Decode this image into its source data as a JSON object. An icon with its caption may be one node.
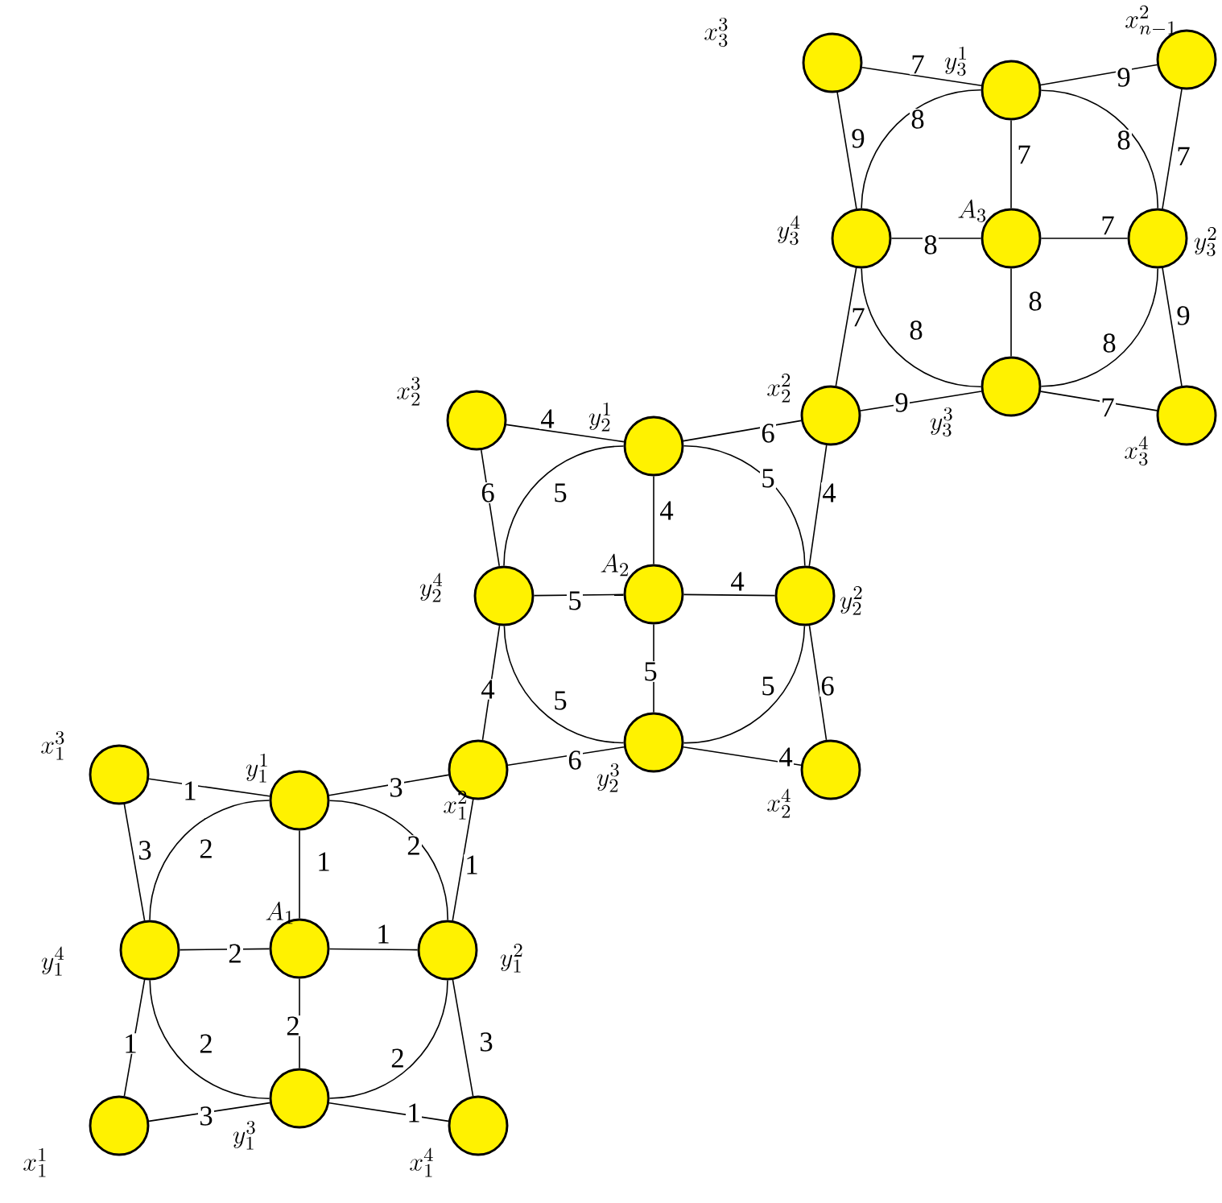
{
  "diagram": {
    "nodes": [
      {
        "text": [],
        "shape": "circle",
        "beside": [
          "x_3^3"
        ]
      },
      {
        "text": [],
        "shape": "circle",
        "beside": [
          "y_3^1"
        ]
      },
      {
        "text": [],
        "shape": "circle",
        "beside": [
          "x_{n-1}^2"
        ]
      },
      {
        "text": [],
        "shape": "circle",
        "beside": [
          "y_3^4"
        ]
      },
      {
        "text": [],
        "shape": "circle",
        "beside": [
          "A_3"
        ]
      },
      {
        "text": [],
        "shape": "circle",
        "beside": [
          "y_3^2"
        ]
      },
      {
        "text": [],
        "shape": "circle",
        "beside": [
          "y_3^3"
        ]
      },
      {
        "text": [],
        "shape": "circle",
        "beside": [
          "x_2^2"
        ]
      },
      {
        "text": [],
        "shape": "circle",
        "beside": [
          "x_3^4"
        ]
      },
      {
        "text": [],
        "shape": "circle",
        "beside": [
          "x_2^3"
        ]
      },
      {
        "text": [],
        "shape": "circle",
        "beside": [
          "y_2^1"
        ]
      },
      {
        "text": [],
        "shape": "circle",
        "beside": [
          "y_2^4"
        ]
      },
      {
        "text": [],
        "shape": "circle",
        "beside": [
          "A_2"
        ]
      },
      {
        "text": [],
        "shape": "circle",
        "beside": [
          "y_2^2"
        ]
      },
      {
        "text": [],
        "shape": "circle",
        "beside": [
          "y_2^3"
        ]
      },
      {
        "text": [],
        "shape": "circle",
        "beside": [
          "x_1^2"
        ]
      },
      {
        "text": [],
        "shape": "circle",
        "beside": [
          "x_2^4"
        ]
      },
      {
        "text": [],
        "shape": "circle",
        "beside": [
          "x_1^3"
        ]
      },
      {
        "text": [],
        "shape": "circle",
        "beside": [
          "y_1^1"
        ]
      },
      {
        "text": [],
        "shape": "circle",
        "beside": [
          "y_1^4"
        ]
      },
      {
        "text": [],
        "shape": "circle",
        "beside": [
          "A_1"
        ]
      },
      {
        "text": [],
        "shape": "circle",
        "beside": [
          "y_1^2"
        ]
      },
      {
        "text": [],
        "shape": "circle",
        "beside": [
          "y_1^3"
        ]
      },
      {
        "text": [],
        "shape": "circle",
        "beside": [
          "x_1^1"
        ]
      },
      {
        "text": [],
        "shape": "circle",
        "beside": [
          "x_1^4"
        ]
      }
    ],
    "edges": [
      {
        "from": 0,
        "to": 1,
        "arrow": "none",
        "label": "7"
      },
      {
        "from": 0,
        "to": 3,
        "arrow": "none",
        "label": "9"
      },
      {
        "from": 1,
        "to": 2,
        "arrow": "none",
        "label": "9"
      },
      {
        "from": 3,
        "to": 1,
        "arrow": "none",
        "label": "8"
      },
      {
        "from": 1,
        "to": 4,
        "arrow": "none",
        "label": "7"
      },
      {
        "from": 1,
        "to": 5,
        "arrow": "none",
        "label": "8"
      },
      {
        "from": 3,
        "to": 4,
        "arrow": "none",
        "label": "8"
      },
      {
        "from": 4,
        "to": 5,
        "arrow": "none",
        "label": "7"
      },
      {
        "from": 2,
        "to": 5,
        "arrow": "none",
        "label": "7"
      },
      {
        "from": 3,
        "to": 6,
        "arrow": "none",
        "label": "8"
      },
      {
        "from": 4,
        "to": 6,
        "arrow": "none",
        "label": "8"
      },
      {
        "from": 6,
        "to": 5,
        "arrow": "none",
        "label": "8"
      },
      {
        "from": 5,
        "to": 8,
        "arrow": "none",
        "label": "9"
      },
      {
        "from": 7,
        "to": 3,
        "arrow": "none",
        "label": "7"
      },
      {
        "from": 7,
        "to": 6,
        "arrow": "none",
        "label": "9"
      },
      {
        "from": 6,
        "to": 8,
        "arrow": "none",
        "label": "7"
      },
      {
        "from": 9,
        "to": 10,
        "arrow": "none",
        "label": "4"
      },
      {
        "from": 9,
        "to": 11,
        "arrow": "none",
        "label": "6"
      },
      {
        "from": 10,
        "to": 7,
        "arrow": "none",
        "label": "6"
      },
      {
        "from": 11,
        "to": 10,
        "arrow": "none",
        "label": "5"
      },
      {
        "from": 10,
        "to": 12,
        "arrow": "none",
        "label": "4"
      },
      {
        "from": 10,
        "to": 13,
        "arrow": "none",
        "label": "5"
      },
      {
        "from": 7,
        "to": 13,
        "arrow": "none",
        "label": "4"
      },
      {
        "from": 11,
        "to": 12,
        "arrow": "none",
        "label": "5"
      },
      {
        "from": 12,
        "to": 13,
        "arrow": "none",
        "label": "4"
      },
      {
        "from": 11,
        "to": 14,
        "arrow": "none",
        "label": "5"
      },
      {
        "from": 12,
        "to": 14,
        "arrow": "none",
        "label": "5"
      },
      {
        "from": 14,
        "to": 13,
        "arrow": "none",
        "label": "5"
      },
      {
        "from": 13,
        "to": 16,
        "arrow": "none",
        "label": "6"
      },
      {
        "from": 15,
        "to": 11,
        "arrow": "none",
        "label": "4"
      },
      {
        "from": 15,
        "to": 14,
        "arrow": "none",
        "label": "6"
      },
      {
        "from": 14,
        "to": 16,
        "arrow": "none",
        "label": "4"
      },
      {
        "from": 17,
        "to": 18,
        "arrow": "none",
        "label": "1"
      },
      {
        "from": 17,
        "to": 19,
        "arrow": "none",
        "label": "3"
      },
      {
        "from": 18,
        "to": 15,
        "arrow": "none",
        "label": "3"
      },
      {
        "from": 19,
        "to": 18,
        "arrow": "none",
        "label": "2"
      },
      {
        "from": 18,
        "to": 20,
        "arrow": "none",
        "label": "1"
      },
      {
        "from": 18,
        "to": 21,
        "arrow": "none",
        "label": "2"
      },
      {
        "from": 15,
        "to": 21,
        "arrow": "none",
        "label": "1"
      },
      {
        "from": 19,
        "to": 20,
        "arrow": "none",
        "label": "2"
      },
      {
        "from": 20,
        "to": 21,
        "arrow": "none",
        "label": "1"
      },
      {
        "from": 19,
        "to": 22,
        "arrow": "none",
        "label": "2"
      },
      {
        "from": 20,
        "to": 22,
        "arrow": "none",
        "label": "2"
      },
      {
        "from": 22,
        "to": 21,
        "arrow": "none",
        "label": "2"
      },
      {
        "from": 21,
        "to": 24,
        "arrow": "none",
        "label": "3"
      },
      {
        "from": 19,
        "to": 23,
        "arrow": "none",
        "label": "1"
      },
      {
        "from": 23,
        "to": 22,
        "arrow": "none",
        "label": "3"
      },
      {
        "from": 22,
        "to": 24,
        "arrow": "none",
        "label": "1"
      }
    ]
  }
}
